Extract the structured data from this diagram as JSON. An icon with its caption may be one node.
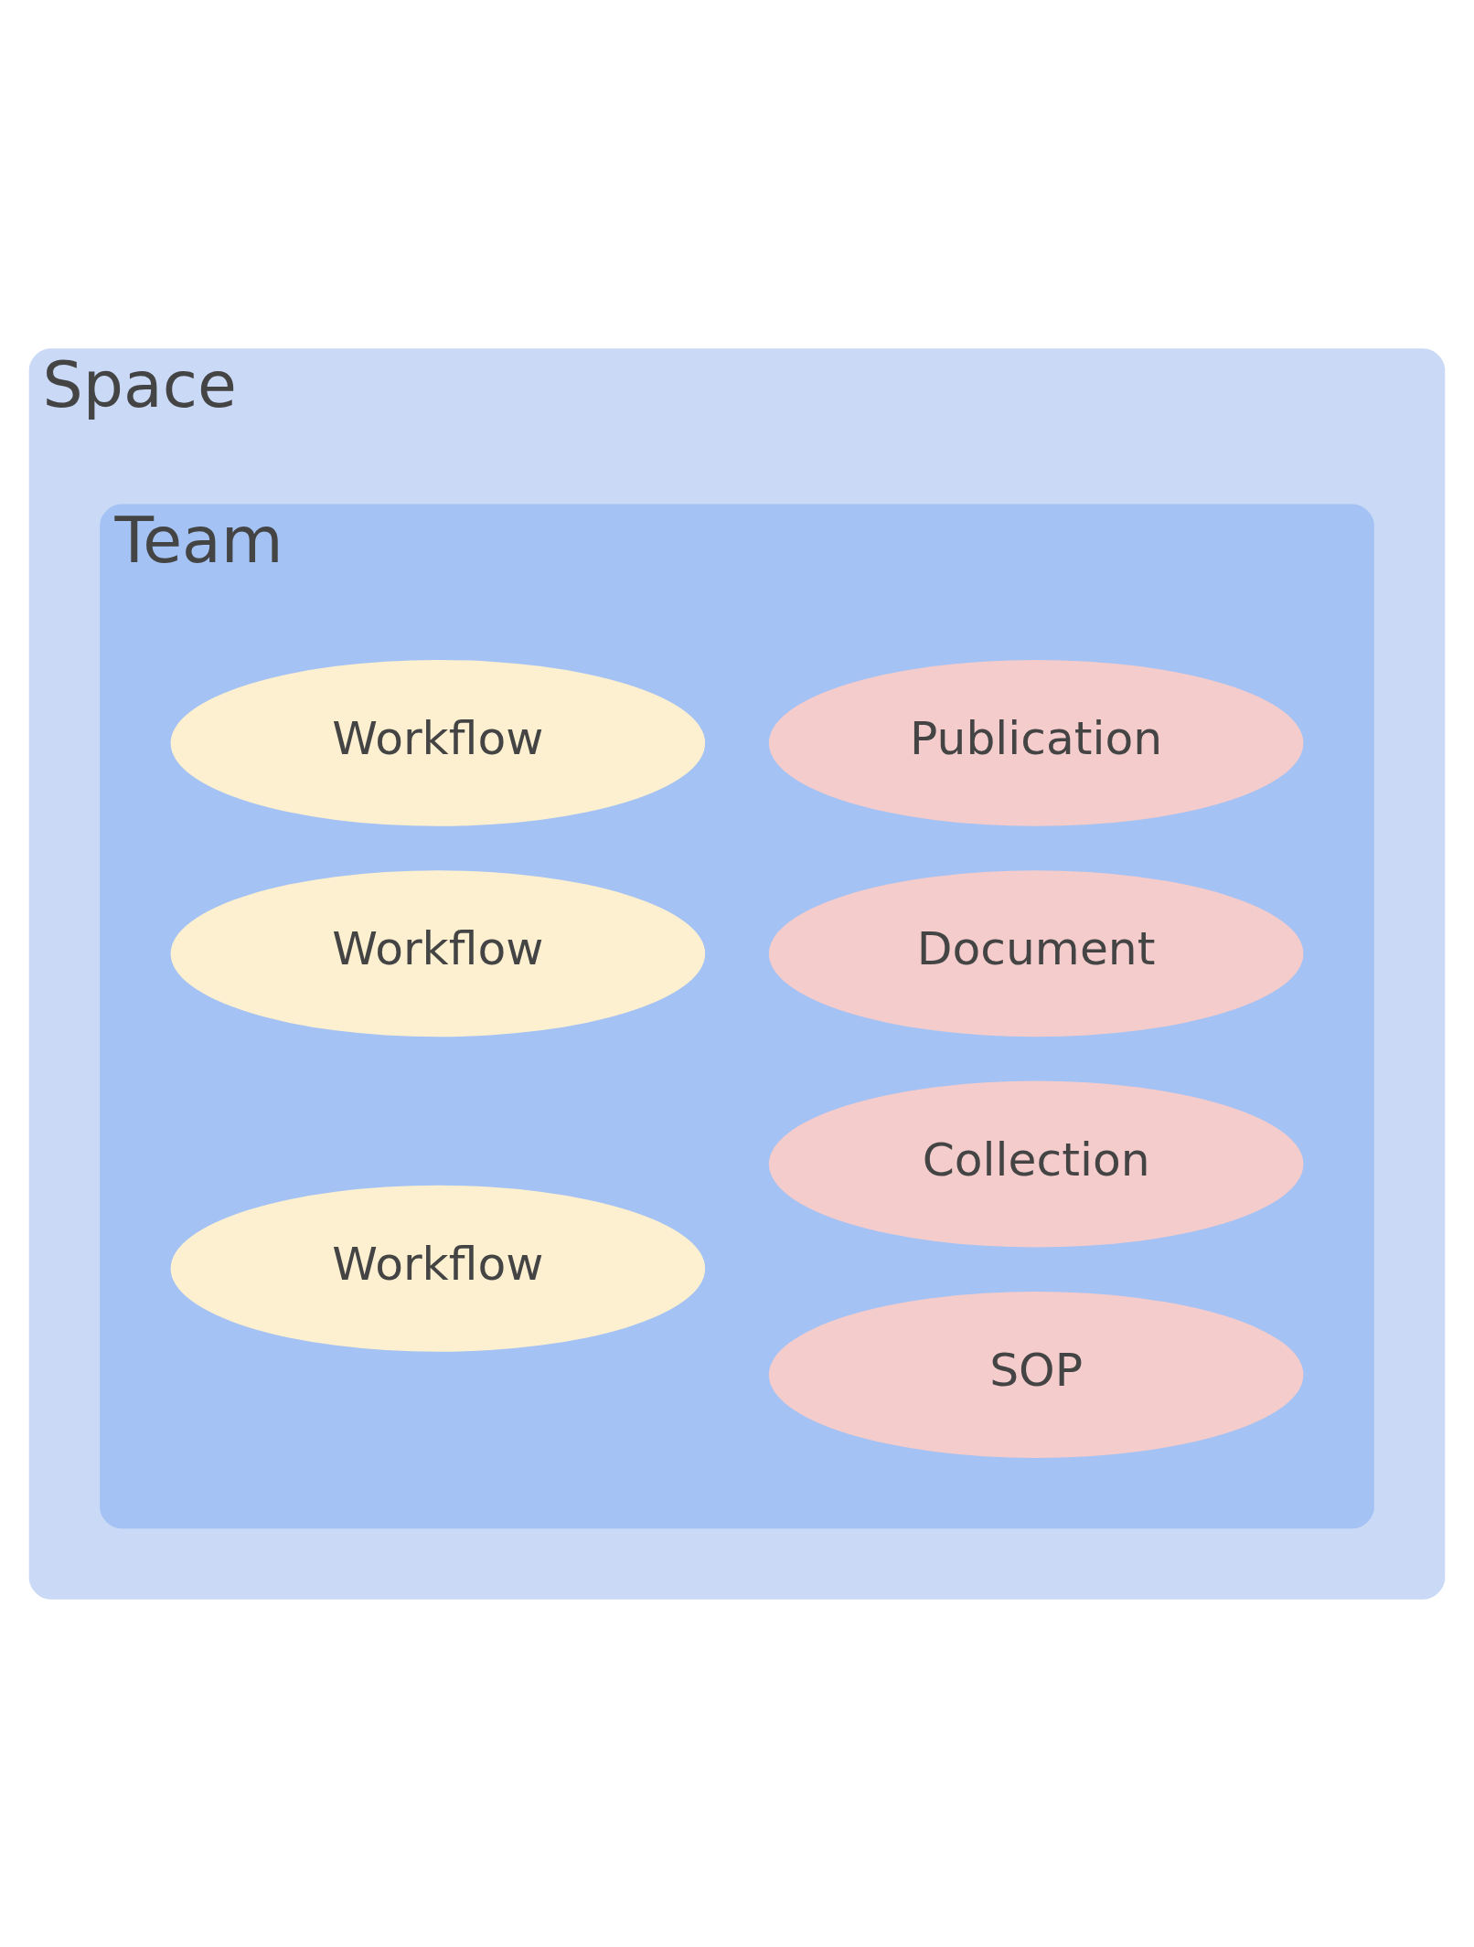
{
  "diagram": {
    "nodes": [
      {
        "text": [
          "Space"
        ]
      },
      {
        "text": [
          "Team"
        ],
        "in": 0
      },
      {
        "text": [
          "Workflow"
        ],
        "in": 1
      },
      {
        "text": [
          "Workflow"
        ],
        "in": 1
      },
      {
        "text": [
          "Workflow"
        ],
        "in": 1
      },
      {
        "text": [
          "Publication"
        ],
        "in": 1
      },
      {
        "text": [
          "Document"
        ],
        "in": 1
      },
      {
        "text": [
          "SOP"
        ],
        "in": 1
      },
      {
        "text": [
          "Collection"
        ],
        "in": 1
      }
    ],
    "edges": []
  }
}
